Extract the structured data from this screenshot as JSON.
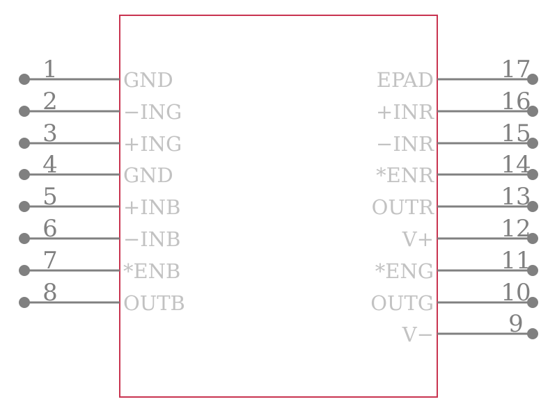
{
  "colors": {
    "body_outline": "#c8334f",
    "pin_line": "#808080",
    "pin_number": "#808080",
    "pin_name": "#c2c2c2",
    "background": "#ffffff"
  },
  "left_pins": [
    {
      "number": "1",
      "name": "GND"
    },
    {
      "number": "2",
      "name": "−ING"
    },
    {
      "number": "3",
      "name": "+ING"
    },
    {
      "number": "4",
      "name": "GND"
    },
    {
      "number": "5",
      "name": "+INB"
    },
    {
      "number": "6",
      "name": "−INB"
    },
    {
      "number": "7",
      "name": "*ENB"
    },
    {
      "number": "8",
      "name": "OUTB"
    }
  ],
  "right_pins": [
    {
      "number": "17",
      "name": "EPAD"
    },
    {
      "number": "16",
      "name": "+INR"
    },
    {
      "number": "15",
      "name": "−INR"
    },
    {
      "number": "14",
      "name": "*ENR"
    },
    {
      "number": "13",
      "name": "OUTR"
    },
    {
      "number": "12",
      "name": "V+"
    },
    {
      "number": "11",
      "name": "*ENG"
    },
    {
      "number": "10",
      "name": "OUTG"
    },
    {
      "number": "9",
      "name": "V−"
    }
  ]
}
